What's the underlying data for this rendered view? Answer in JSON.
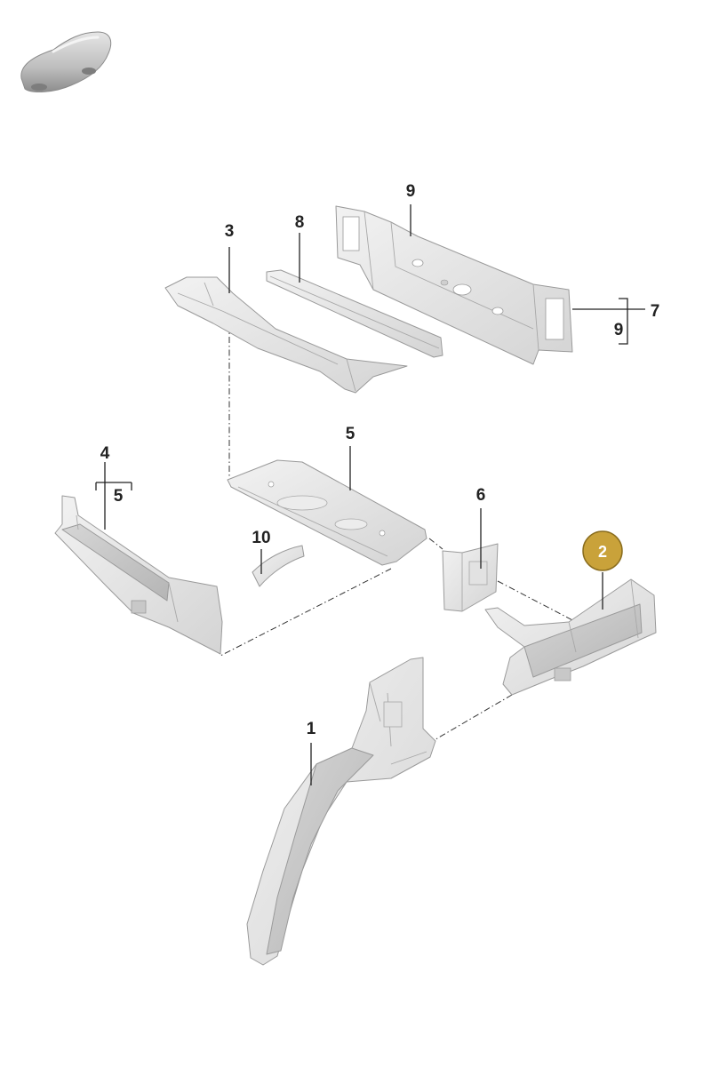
{
  "callouts": {
    "p1": "1",
    "p2": "2",
    "p3": "3",
    "p4": "4",
    "p4_sub": "5",
    "p5": "5",
    "p6": "6",
    "p7": "7",
    "p7_sub": "9",
    "p8": "8",
    "p9": "9",
    "p10": "10"
  },
  "highlight": {
    "part": "2",
    "badge_color": "#c9a23a",
    "badge_border": "#8a6d1e"
  },
  "icons": {
    "vehicle_thumbnail": "car-silhouette-icon"
  }
}
